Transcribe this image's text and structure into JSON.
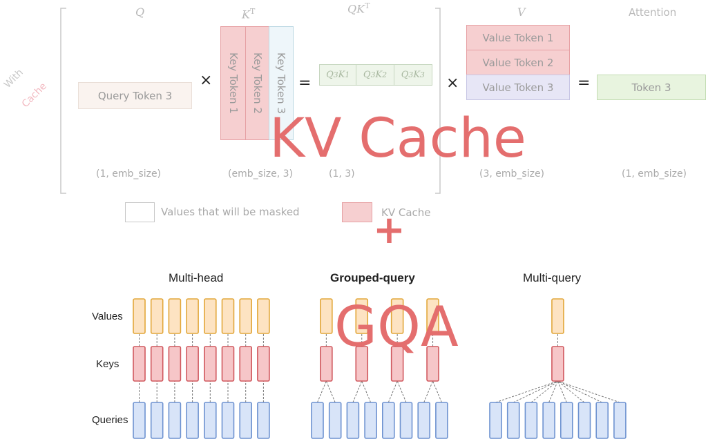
{
  "kv_diagram": {
    "side_label_with": "With",
    "side_label_cache": "Cache",
    "headers": {
      "q": "Q",
      "kt": "K",
      "kt_sup": "T",
      "qkt": "QK",
      "qkt_sup": "T",
      "v": "V",
      "attention": "Attention"
    },
    "query_token": "Query Token 3",
    "key_tokens": [
      "Key Token 1",
      "Key Token 2",
      "Key Token 3"
    ],
    "qk_cells": [
      "Q",
      "K",
      "Q",
      "K",
      "Q",
      "K"
    ],
    "qk_cell_subs": [
      "3",
      "1",
      "3",
      "2",
      "3",
      "3"
    ],
    "value_tokens": [
      "Value Token 1",
      "Value Token 2",
      "Value Token 3"
    ],
    "result_token": "Token 3",
    "operators": {
      "times": "×",
      "equals": "="
    },
    "dims": {
      "q": "(1, emb_size)",
      "kt": "(emb_size, 3)",
      "qkt": "(1, 3)",
      "v": "(3, emb_size)",
      "attention": "(1, emb_size)"
    },
    "legend": {
      "masked": "Values that will be masked",
      "kv_cache": "KV Cache"
    },
    "colors": {
      "kv_pink": "#f6cfd0",
      "kv_pink_border": "#e6a0a3",
      "query_fill": "#faf3ef",
      "qk_green": "#eef5ea",
      "value3_purple": "#e7e6f6",
      "key3_blue": "#eef6fa",
      "result_green": "#e8f4df"
    }
  },
  "overlay": {
    "kv_cache": "KV Cache",
    "plus": "+",
    "gqa": "GQA",
    "color": "#e46c6c"
  },
  "gqa_diagram": {
    "titles": {
      "multi_head": "Multi-head",
      "grouped_query": "Grouped-query",
      "multi_query": "Multi-query"
    },
    "row_labels": {
      "values": "Values",
      "keys": "Keys",
      "queries": "Queries"
    },
    "head_counts": {
      "multi_head": {
        "queries": 8,
        "keys": 8,
        "values": 8
      },
      "grouped_query": {
        "queries": 8,
        "keys": 4,
        "values": 4
      },
      "multi_query": {
        "queries": 8,
        "keys": 1,
        "values": 1
      }
    },
    "colors": {
      "values_fill": "#fde3c2",
      "values_border": "#e2a73a",
      "keys_fill": "#f6c6c8",
      "keys_border": "#d0585e",
      "queries_fill": "#d8e4f8",
      "queries_border": "#6d92d0"
    }
  }
}
